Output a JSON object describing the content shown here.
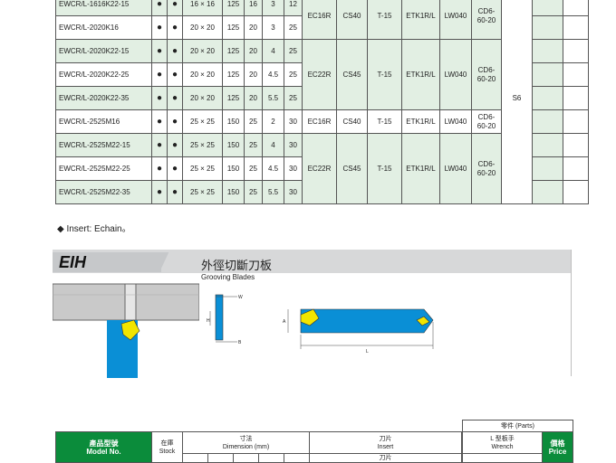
{
  "spec_table": {
    "rows": [
      {
        "model": "EWCR/L-1616K22-15",
        "stock_r": "●",
        "stock_l": "●",
        "size": "16 × 16",
        "l": "125",
        "h": "16",
        "w": "3",
        "b": "12"
      },
      {
        "model": "EWCR/L-2020K16",
        "stock_r": "●",
        "stock_l": "●",
        "size": "20 × 20",
        "l": "125",
        "h": "20",
        "w": "3",
        "b": "25"
      },
      {
        "model": "EWCR/L-2020K22-15",
        "stock_r": "●",
        "stock_l": "●",
        "size": "20 × 20",
        "l": "125",
        "h": "20",
        "w": "4",
        "b": "25"
      },
      {
        "model": "EWCR/L-2020K22-25",
        "stock_r": "●",
        "stock_l": "●",
        "size": "20 × 20",
        "l": "125",
        "h": "20",
        "w": "4.5",
        "b": "25"
      },
      {
        "model": "EWCR/L-2020K22-35",
        "stock_r": "●",
        "stock_l": "●",
        "size": "20 × 20",
        "l": "125",
        "h": "20",
        "w": "5.5",
        "b": "25"
      },
      {
        "model": "EWCR/L-2525M16",
        "stock_r": "●",
        "stock_l": "●",
        "size": "25 × 25",
        "l": "150",
        "h": "25",
        "w": "2",
        "b": "30"
      },
      {
        "model": "EWCR/L-2525M22-15",
        "stock_r": "●",
        "stock_l": "●",
        "size": "25 × 25",
        "l": "150",
        "h": "25",
        "w": "4",
        "b": "30"
      },
      {
        "model": "EWCR/L-2525M22-25",
        "stock_r": "●",
        "stock_l": "●",
        "size": "25 × 25",
        "l": "150",
        "h": "25",
        "w": "4.5",
        "b": "30"
      },
      {
        "model": "EWCR/L-2525M22-35",
        "stock_r": "●",
        "stock_l": "●",
        "size": "25 × 25",
        "l": "150",
        "h": "25",
        "w": "5.5",
        "b": "30"
      }
    ],
    "groups": {
      "g0": {
        "insert": "EC16R",
        "screw": "CS40",
        "key": "T-15",
        "clamp": "ETK1R/L",
        "washer": "LW040",
        "pin": "CD6-60-20"
      },
      "g1": {
        "insert": "EC22R",
        "screw": "CS45",
        "key": "T-15",
        "clamp": "ETK1R/L",
        "washer": "LW040",
        "pin": "CD6-60-20"
      },
      "g2": {
        "insert": "EC16R",
        "screw": "CS40",
        "key": "T-15",
        "clamp": "ETK1R/L",
        "washer": "LW040",
        "pin": "CD6-60-20"
      },
      "g3": {
        "insert": "EC22R",
        "screw": "CS45",
        "key": "T-15",
        "clamp": "ETK1R/L",
        "washer": "LW040",
        "pin": "CD6-60-20"
      }
    },
    "wrench": "S6"
  },
  "note": "◆ Insert: Echain。",
  "section": {
    "code": "EIH",
    "title_cn": "外徑切斷刀板",
    "title_en": "Grooving  Blades"
  },
  "drawing_labels": {
    "w": "W",
    "h": "H",
    "b": "B",
    "a": "A",
    "l": "L"
  },
  "bottom_table": {
    "parts": "零件 (Parts)",
    "model_cn": "產品型號",
    "model_en": "Model No.",
    "stock_cn": "在庫",
    "stock_en": "Stock",
    "dimension_cn": "寸法",
    "dimension_en": "Dimension (mm)",
    "insert_cn": "刀片",
    "insert_en": "Insert",
    "wrench_cn": "L 型板手",
    "wrench_en": "Wrench",
    "price_cn": "價格",
    "price_en": "Price",
    "insert_sub": "刀片"
  },
  "colors": {
    "row_green": "#e2efe3",
    "header_green": "#0b8c3b",
    "blade_blue": "#0a8fd6",
    "insert_yellow": "#f2e500",
    "shank_gray": "#c9c9c9"
  }
}
